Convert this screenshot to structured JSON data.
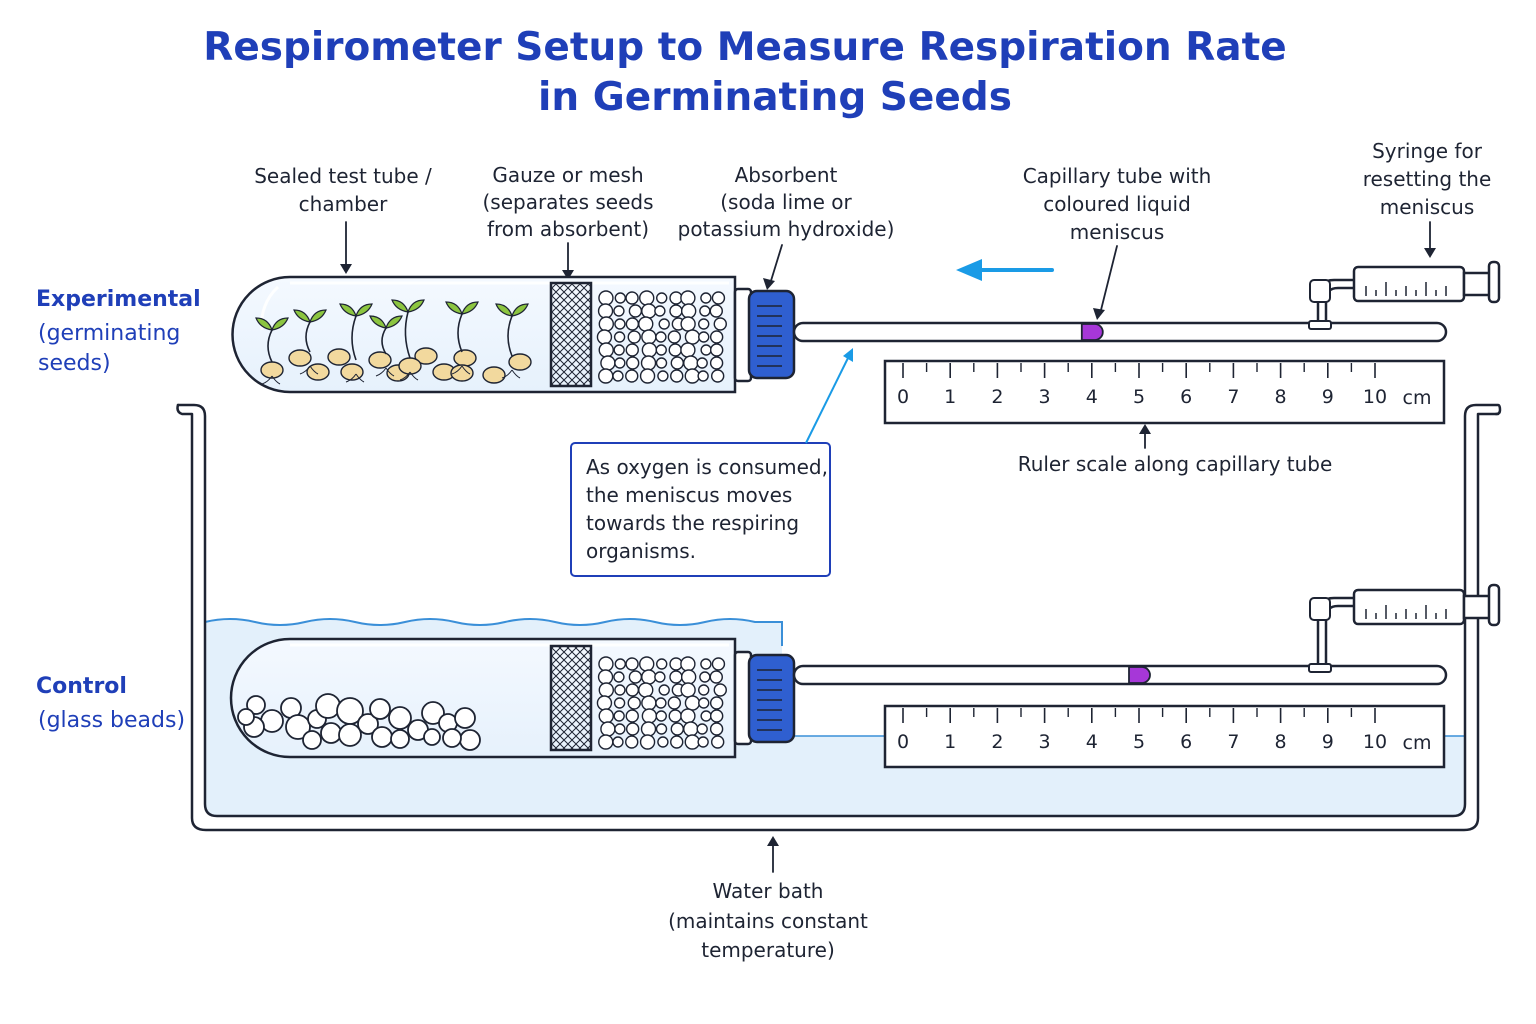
{
  "title": {
    "line1": "Respirometer Setup to Measure Respiration Rate",
    "line2": "in Germinating Seeds"
  },
  "labels": {
    "test_tube": [
      "Sealed test tube /",
      "chamber"
    ],
    "gauze": [
      "Gauze or mesh",
      "(separates seeds",
      "from absorbent)"
    ],
    "absorbent": [
      "Absorbent",
      "(soda lime or",
      "potassium hydroxide)"
    ],
    "capillary": [
      "Capillary tube with",
      "coloured liquid",
      "meniscus"
    ],
    "syringe": [
      "Syringe for",
      "resetting the",
      "meniscus"
    ],
    "ruler": "Ruler scale along capillary tube",
    "water_bath": [
      "Water bath",
      "(maintains constant",
      "temperature)"
    ]
  },
  "callout": [
    "As oxygen is consumed,",
    "the meniscus moves",
    "towards the respiring",
    "organisms."
  ],
  "experimental": {
    "title": "Experimental",
    "sub": [
      "(germinating",
      "seeds)"
    ],
    "meniscus_cm": 4
  },
  "control": {
    "title": "Control",
    "sub": [
      "(glass beads)"
    ],
    "meniscus_cm": 5
  },
  "ruler": {
    "ticks": [
      "0",
      "1",
      "2",
      "3",
      "4",
      "5",
      "6",
      "7",
      "8",
      "9",
      "10"
    ],
    "unit": "cm"
  },
  "colors": {
    "title": "#1f3fb8",
    "arrow": "#1a9be6",
    "meniscus": "#a637d8",
    "cap": "#2f5fd0",
    "water": "#e3f0fb"
  }
}
